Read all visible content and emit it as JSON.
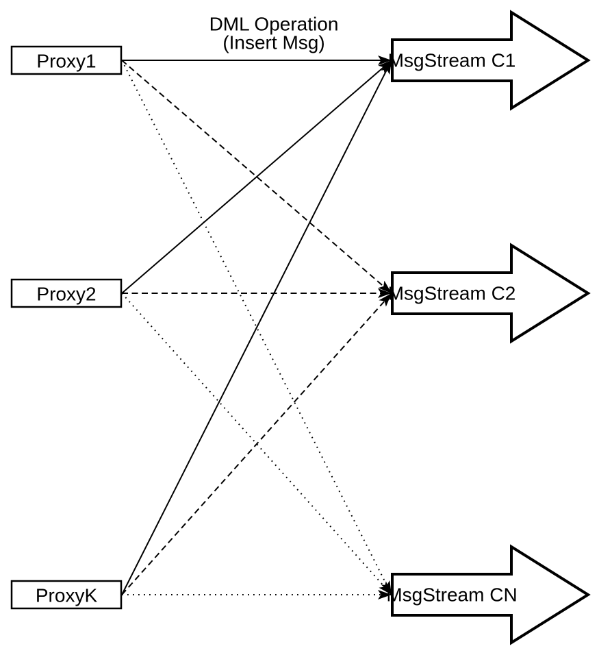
{
  "diagram": {
    "title": {
      "line1": "DML Operation",
      "line2": "(Insert Msg)"
    },
    "proxies": [
      {
        "id": "p1",
        "label": "Proxy1"
      },
      {
        "id": "p2",
        "label": "Proxy2"
      },
      {
        "id": "pk",
        "label": "ProxyK"
      }
    ],
    "streams": [
      {
        "id": "c1",
        "label": "MsgStream C1"
      },
      {
        "id": "c2",
        "label": "MsgStream C2"
      },
      {
        "id": "cn",
        "label": "MsgStream CN"
      }
    ],
    "edges": [
      {
        "from": "p1",
        "to": "c1",
        "style": "solid"
      },
      {
        "from": "p1",
        "to": "c2",
        "style": "dashed"
      },
      {
        "from": "p1",
        "to": "cn",
        "style": "dotted"
      },
      {
        "from": "p2",
        "to": "c1",
        "style": "solid"
      },
      {
        "from": "p2",
        "to": "c2",
        "style": "dashed"
      },
      {
        "from": "p2",
        "to": "cn",
        "style": "dotted"
      },
      {
        "from": "pk",
        "to": "c1",
        "style": "solid"
      },
      {
        "from": "pk",
        "to": "c2",
        "style": "dashed"
      },
      {
        "from": "pk",
        "to": "cn",
        "style": "dotted"
      }
    ],
    "colors": {
      "stroke": "#000000",
      "fill": "#ffffff",
      "background": "#ffffff"
    }
  }
}
